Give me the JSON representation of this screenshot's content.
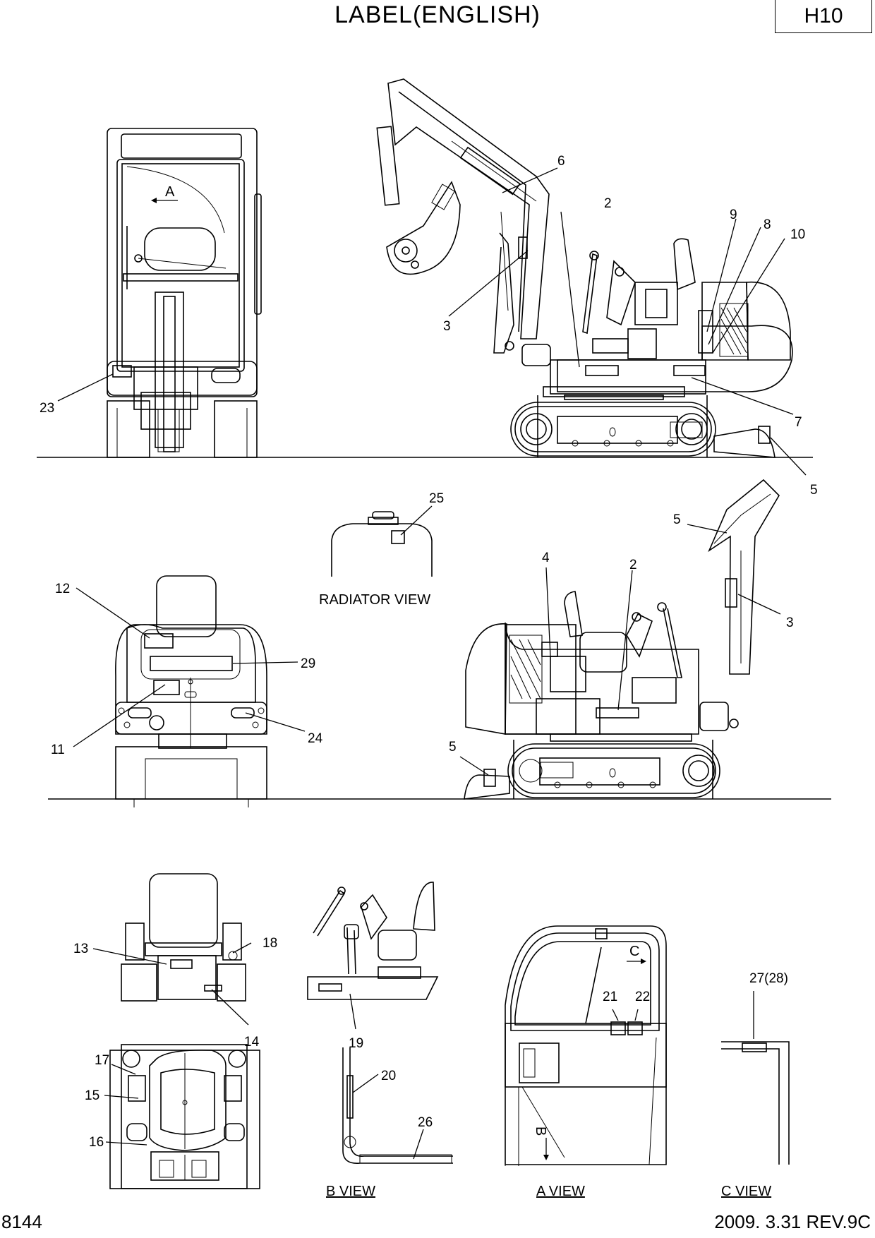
{
  "header": {
    "title": "LABEL(ENGLISH)",
    "code": "H10"
  },
  "footer": {
    "left": "8144",
    "right": "2009. 3.31 REV.9C"
  },
  "views": {
    "radiator": "RADIATOR VIEW",
    "b": "B VIEW",
    "a": "A VIEW",
    "c": "C VIEW"
  },
  "arrow_marks": {
    "a": "A",
    "b": "B",
    "c": "C"
  },
  "callouts": {
    "c2a": "2",
    "c3a": "3",
    "c5a": "5",
    "c6": "6",
    "c7": "7",
    "c8": "8",
    "c9": "9",
    "c10": "10",
    "c23": "23",
    "c25": "25",
    "c12": "12",
    "c29": "29",
    "c11": "11",
    "c24": "24",
    "c4": "4",
    "c2b": "2",
    "c5b": "5",
    "c3b": "3",
    "c5c": "5",
    "c13": "13",
    "c18": "18",
    "c14": "14",
    "c17": "17",
    "c15": "15",
    "c16": "16",
    "c19": "19",
    "c20": "20",
    "c26": "26",
    "c21": "21",
    "c22": "22",
    "c2728": "27(28)"
  }
}
